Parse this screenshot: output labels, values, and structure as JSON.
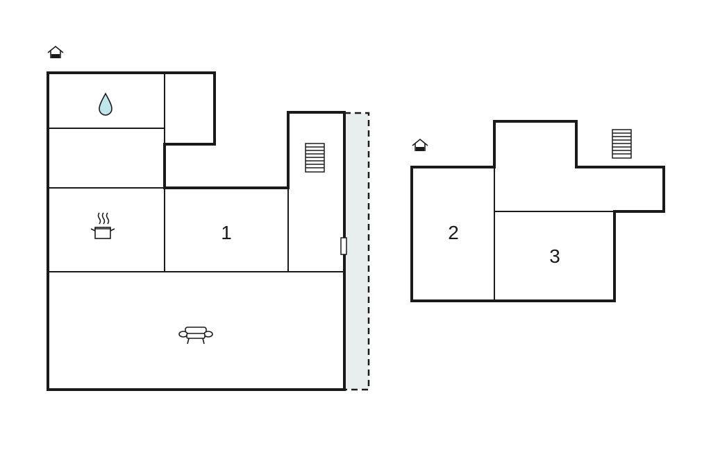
{
  "floors": [
    {
      "name": "ground-floor",
      "rooms": [
        {
          "id": "room-1",
          "label": "1"
        }
      ],
      "icons": [
        "house-icon",
        "water-drop-icon",
        "cooking-pot-icon",
        "sofa-icon",
        "staircase-icon",
        "door-icon"
      ],
      "terrace": true
    },
    {
      "name": "upper-floor",
      "rooms": [
        {
          "id": "room-2",
          "label": "2"
        },
        {
          "id": "room-3",
          "label": "3"
        }
      ],
      "icons": [
        "house-icon",
        "staircase-icon"
      ]
    }
  ],
  "colors": {
    "wall": "#1a1a1a",
    "terrace": "#e8eded",
    "water": "#bfe6ea"
  }
}
